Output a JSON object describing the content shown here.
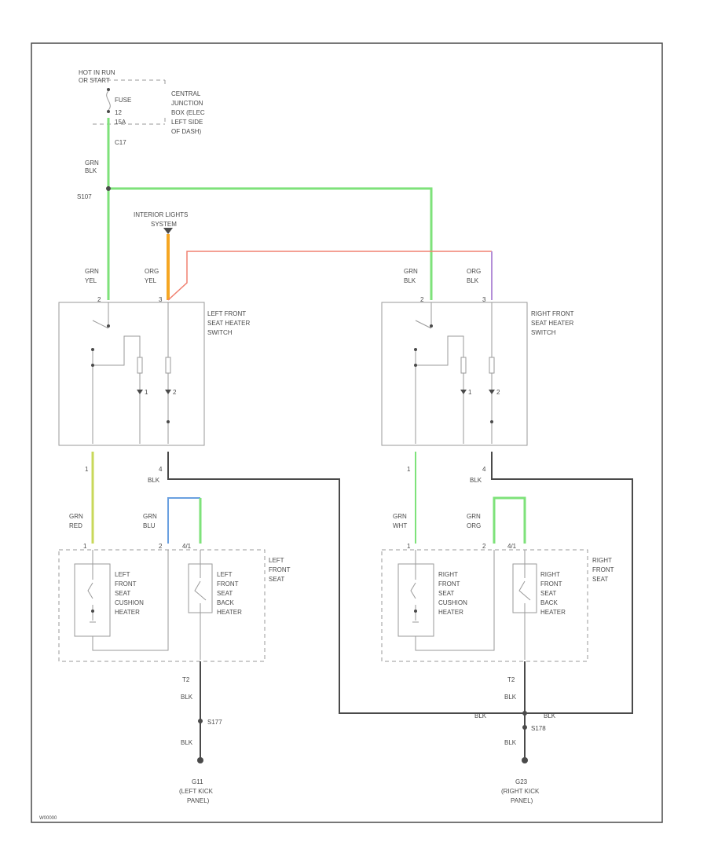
{
  "colors": {
    "green": "#7ee27a",
    "orange": "#f5a623",
    "red": "#f08070",
    "purple": "#b48fd8",
    "yellow_green": "#c8d85a",
    "blue": "#6aa0e0",
    "ground": "#4a4a4a",
    "wire_gray": "#a0a0a0"
  },
  "fuse": {
    "hot_label_1": "HOT IN RUN",
    "hot_label_2": "OR START",
    "fuse_word": "FUSE",
    "fuse_number": "12",
    "fuse_amps": "15A",
    "connector": "C17",
    "jbox_1": "CENTRAL",
    "jbox_2": "JUNCTION",
    "jbox_3": "BOX (ELEC",
    "jbox_4": "LEFT SIDE",
    "jbox_5": "OF DASH)"
  },
  "splice_top": {
    "label": "S107",
    "wire_1": "GRN",
    "wire_2": "BLK"
  },
  "interior": {
    "line_1": "INTERIOR LIGHTS",
    "line_2": "SYSTEM"
  },
  "left_switch": {
    "title_1": "LEFT FRONT",
    "title_2": "SEAT HEATER",
    "title_3": "SWITCH",
    "pin_left": "2",
    "pin_right": "3",
    "pin_bottom_left": "1",
    "pin_bottom_right": "4",
    "wire_a_1": "GRN",
    "wire_a_2": "YEL",
    "wire_b_1": "ORG",
    "wire_b_2": "YEL",
    "diode_1": "1",
    "diode_2": "2",
    "ground_wire": "BLK"
  },
  "right_switch": {
    "title_1": "RIGHT FRONT",
    "title_2": "SEAT HEATER",
    "title_3": "SWITCH",
    "pin_left": "2",
    "pin_right": "3",
    "pin_bottom_left": "1",
    "pin_bottom_right": "4",
    "wire_a_1": "GRN",
    "wire_a_2": "BLK",
    "wire_b_1": "ORG",
    "wire_b_2": "BLK",
    "diode_1": "1",
    "diode_2": "2",
    "ground_wire": "BLK"
  },
  "left_seat": {
    "wire_a_1": "GRN",
    "wire_a_2": "RED",
    "wire_b_1": "GRN",
    "wire_b_2": "BLU",
    "pin_1": "1",
    "pin_2": "2",
    "pin_3": "4/1",
    "title_1": "LEFT",
    "title_2": "FRONT",
    "title_3": "SEAT",
    "cushion_1": "LEFT",
    "cushion_2": "FRONT",
    "cushion_3": "SEAT",
    "cushion_4": "CUSHION",
    "cushion_5": "HEATER",
    "back_1": "LEFT",
    "back_2": "FRONT",
    "back_3": "SEAT",
    "back_4": "BACK",
    "back_5": "HEATER",
    "pin_ground": "T2",
    "wire_ground_1": "BLK",
    "splice": "S177",
    "wire_ground_2": "BLK",
    "ground_id": "G11",
    "ground_loc_1": "(LEFT KICK",
    "ground_loc_2": "PANEL)"
  },
  "right_seat": {
    "wire_a_1": "GRN",
    "wire_a_2": "WHT",
    "wire_b_1": "GRN",
    "wire_b_2": "ORG",
    "pin_1": "1",
    "pin_2": "2",
    "pin_3": "4/1",
    "title_1": "RIGHT",
    "title_2": "FRONT",
    "title_3": "SEAT",
    "cushion_1": "RIGHT",
    "cushion_2": "FRONT",
    "cushion_3": "SEAT",
    "cushion_4": "CUSHION",
    "cushion_5": "HEATER",
    "back_1": "RIGHT",
    "back_2": "FRONT",
    "back_3": "SEAT",
    "back_4": "BACK",
    "back_5": "HEATER",
    "pin_ground": "T2",
    "wire_ground_1": "BLK",
    "wire_left": "BLK",
    "wire_right": "BLK",
    "splice": "S178",
    "wire_ground_2": "BLK",
    "ground_id": "G23",
    "ground_loc_1": "(RIGHT KICK",
    "ground_loc_2": "PANEL)"
  },
  "footer": {
    "code": "W00000"
  }
}
